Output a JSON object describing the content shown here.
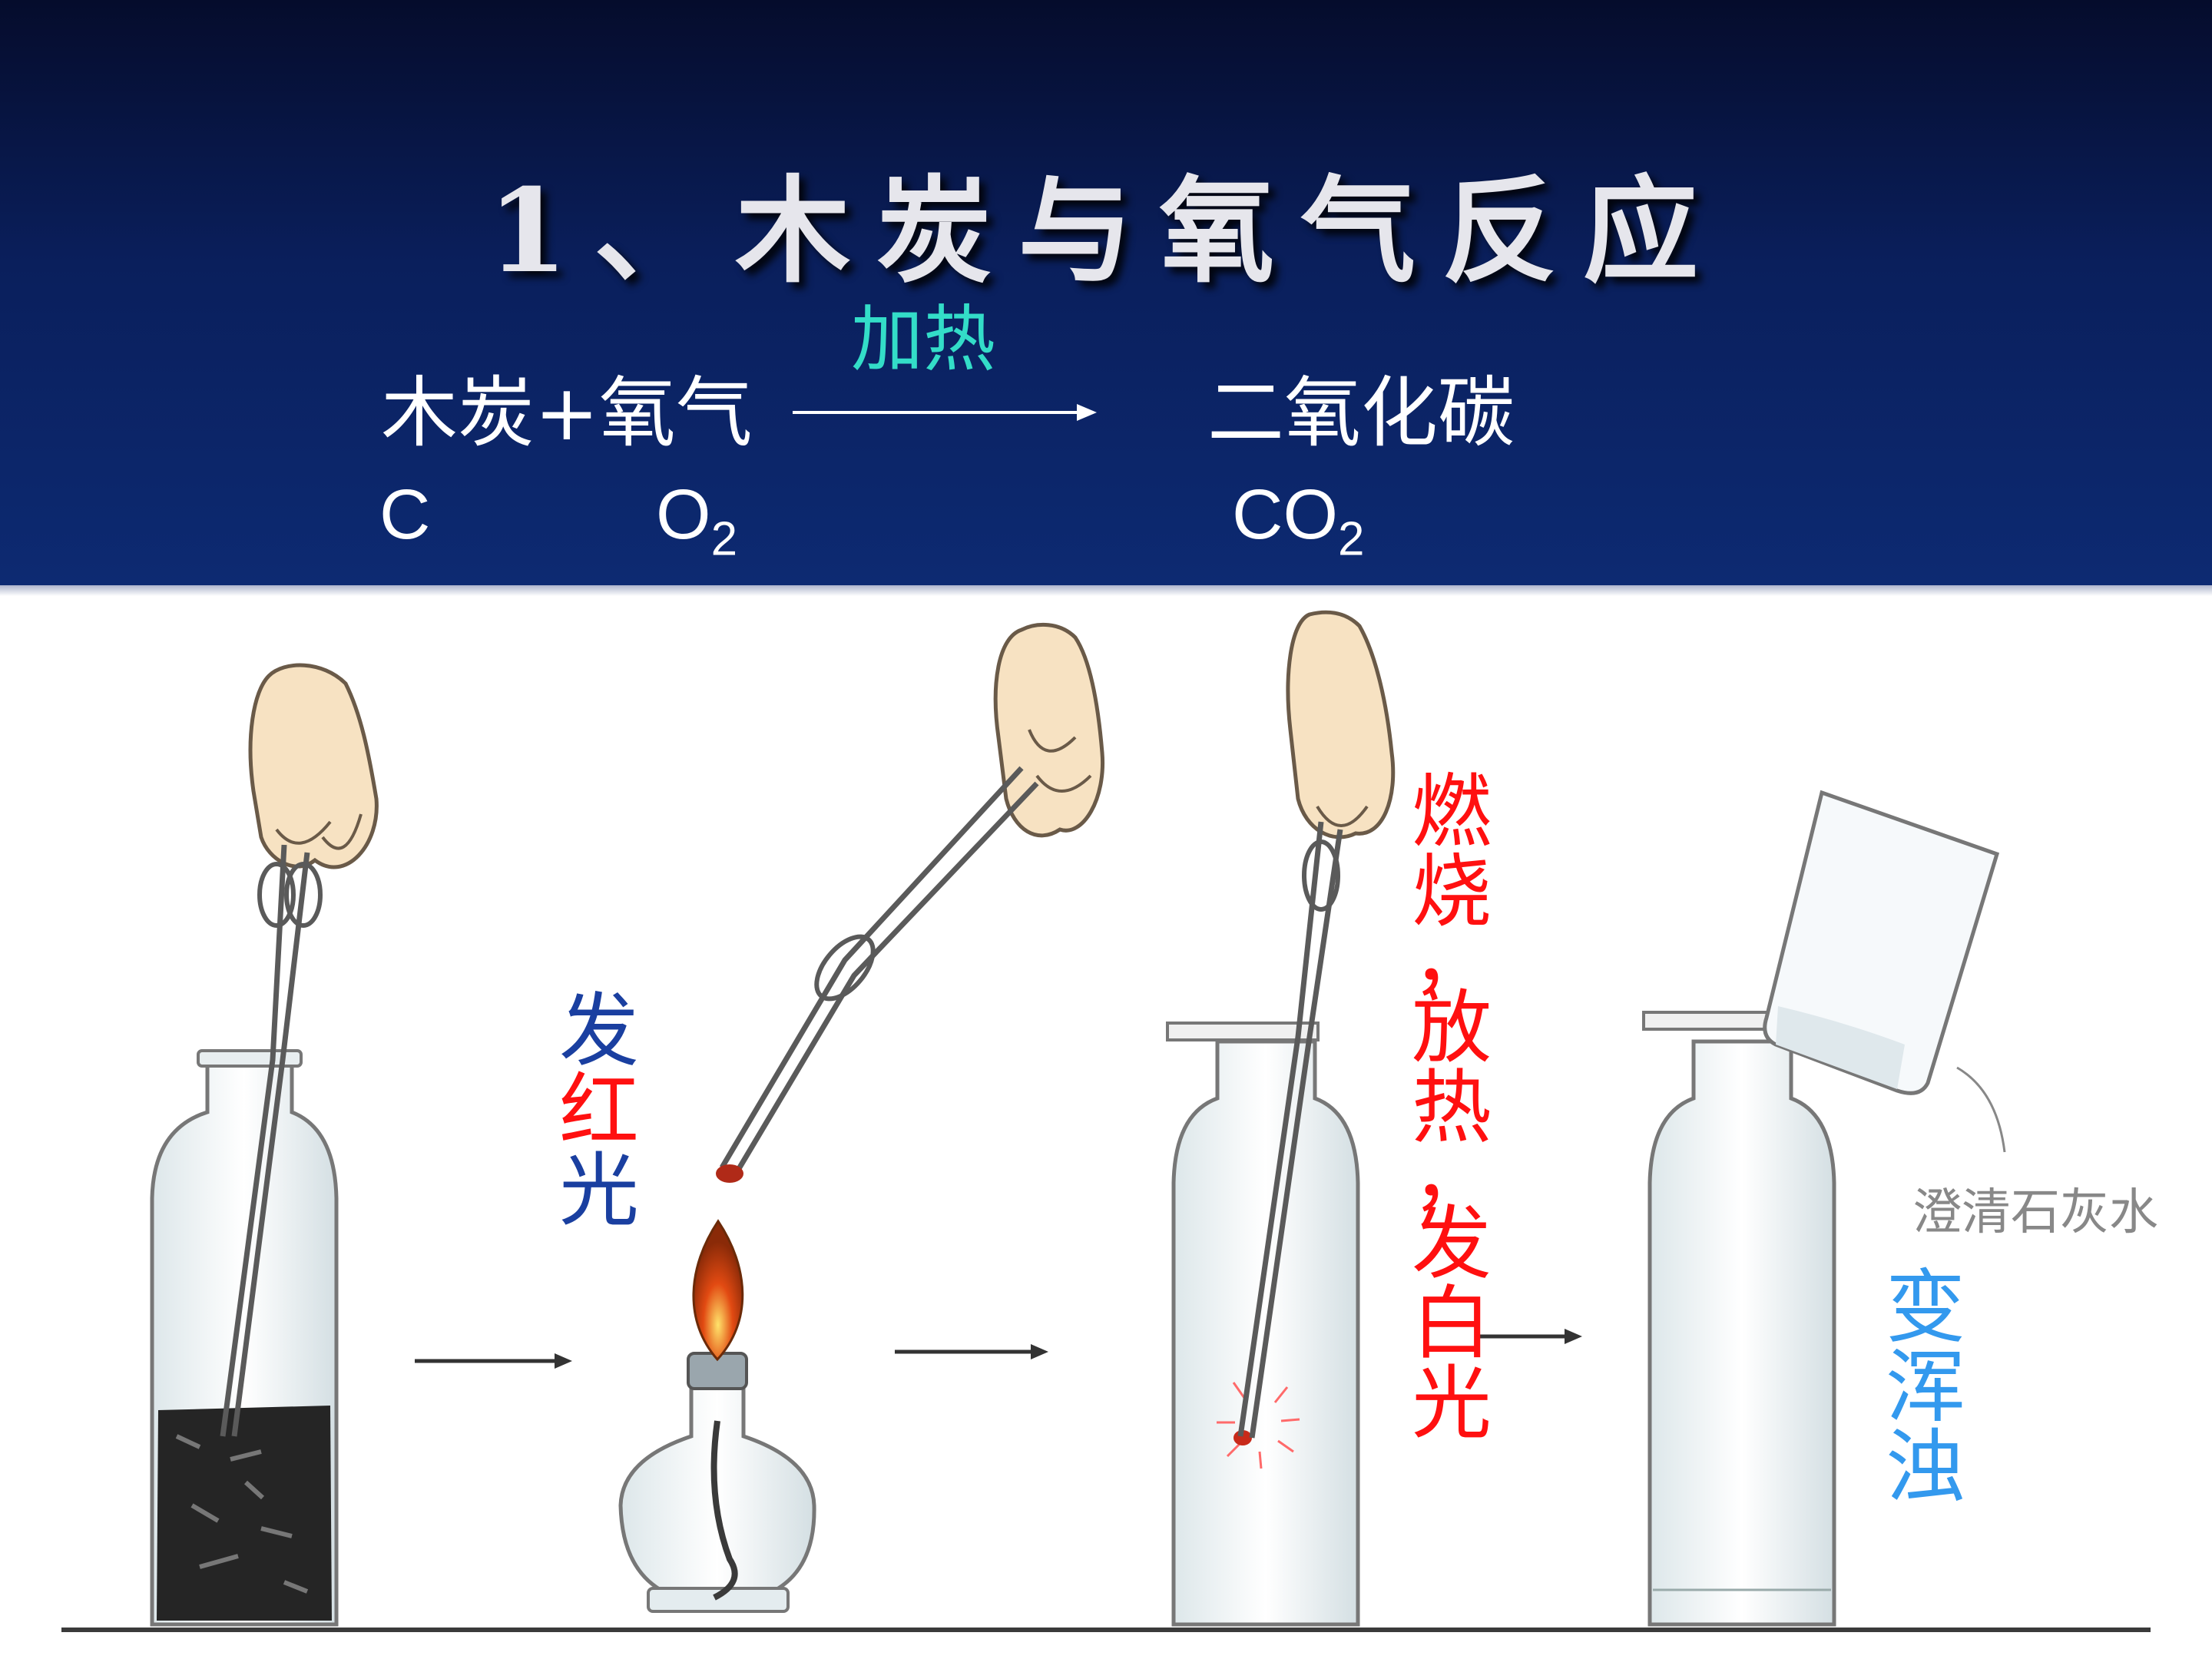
{
  "slide": {
    "title": "1、木炭与氧气反应",
    "equation": {
      "reactants": "木炭+氧气",
      "condition": "加热",
      "product": "二氧化碳",
      "symbols": {
        "c": "C",
        "o": "O",
        "o_sub": "2",
        "co": "CO",
        "co_sub": "2"
      }
    },
    "observations": {
      "red_glow": [
        "发",
        "红",
        "光"
      ],
      "burning": [
        "燃",
        "烧",
        "，",
        "放",
        "热",
        "，",
        "发",
        "白",
        "光"
      ],
      "turbid": [
        "变",
        "浑",
        "浊"
      ]
    },
    "beaker_label": "澄清石灰水",
    "colors": {
      "header_bg": "#0a1f5c",
      "title": "#e6e6ec",
      "condition": "#33ddc8",
      "label_blue": "#1a3fa0",
      "label_red": "#ff1010",
      "label_light_blue": "#3399ee"
    }
  }
}
